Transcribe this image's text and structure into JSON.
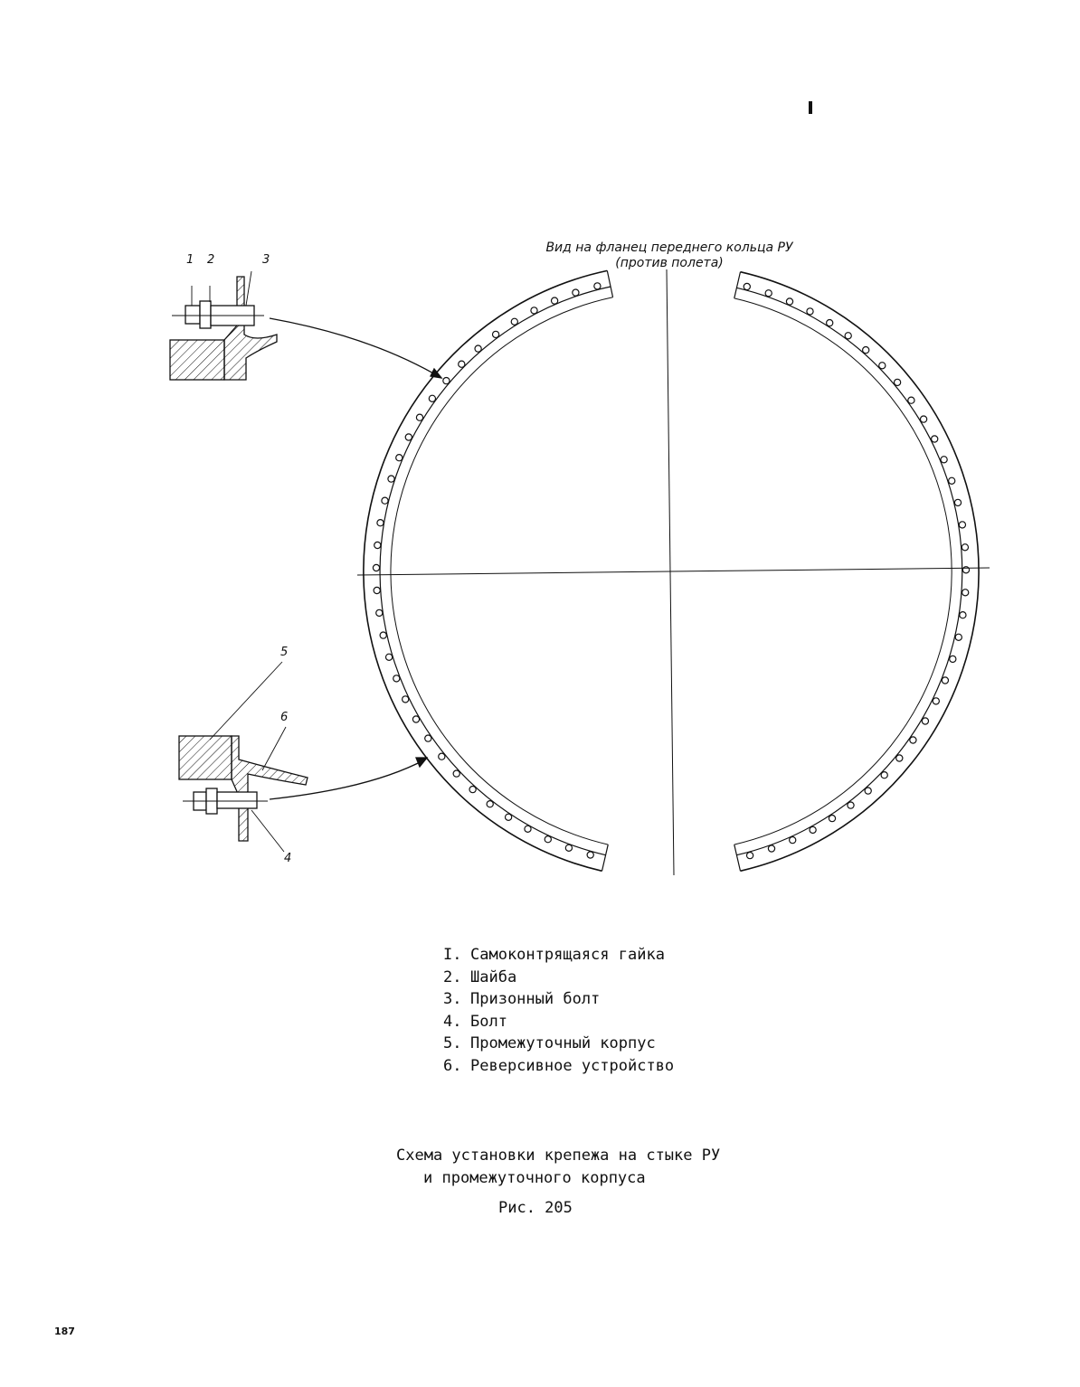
{
  "view_title": {
    "line1": "Вид на фланец переднего кольца РУ",
    "line2": "(против полета)"
  },
  "callouts": [
    "1",
    "2",
    "3",
    "4",
    "5",
    "6"
  ],
  "legend": [
    {
      "num": "I.",
      "text": "Самоконтрящаяся гайка"
    },
    {
      "num": "2.",
      "text": "Шайба"
    },
    {
      "num": "3.",
      "text": "Призонный болт"
    },
    {
      "num": "4.",
      "text": "Болт"
    },
    {
      "num": "5.",
      "text": "Промежуточный корпус"
    },
    {
      "num": "6.",
      "text": "Реверсивное устройство"
    }
  ],
  "caption": {
    "line1": "Схема установки крепежа на стыке РУ",
    "line2": "и промежуточного корпуса",
    "figure": "Рис. 205"
  },
  "page_number": "187",
  "colors": {
    "ink": "#111111",
    "paper": "#ffffff"
  }
}
